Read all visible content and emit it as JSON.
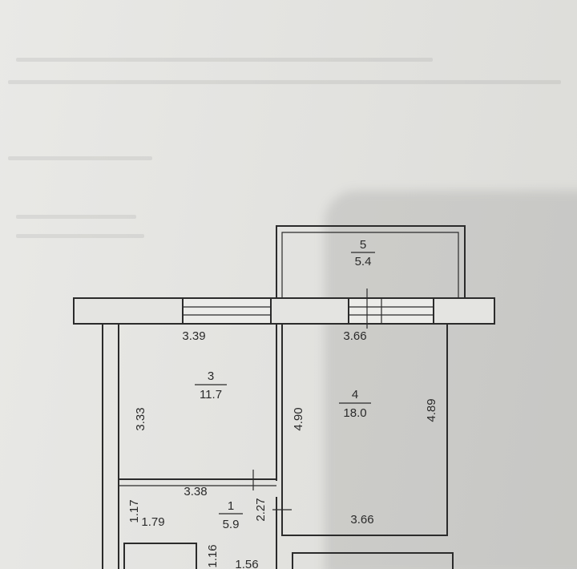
{
  "plan": {
    "rooms": [
      {
        "number": "5",
        "area": "5.4"
      },
      {
        "number": "3",
        "area": "11.7"
      },
      {
        "number": "4",
        "area": "18.0"
      },
      {
        "number": "1",
        "area": "5.9"
      }
    ],
    "dimensions": {
      "room3_top": "3.39",
      "room4_top": "3.66",
      "room3_left": "3.33",
      "room4_left": "4.90",
      "room4_right": "4.89",
      "room1_top": "3.38",
      "room1_left_a": "1.17",
      "room1_left_b": "1.79",
      "room1_right": "2.27",
      "room4_bottom": "3.66",
      "bottom_left": "1.16",
      "bottom_width": "1.56"
    }
  }
}
